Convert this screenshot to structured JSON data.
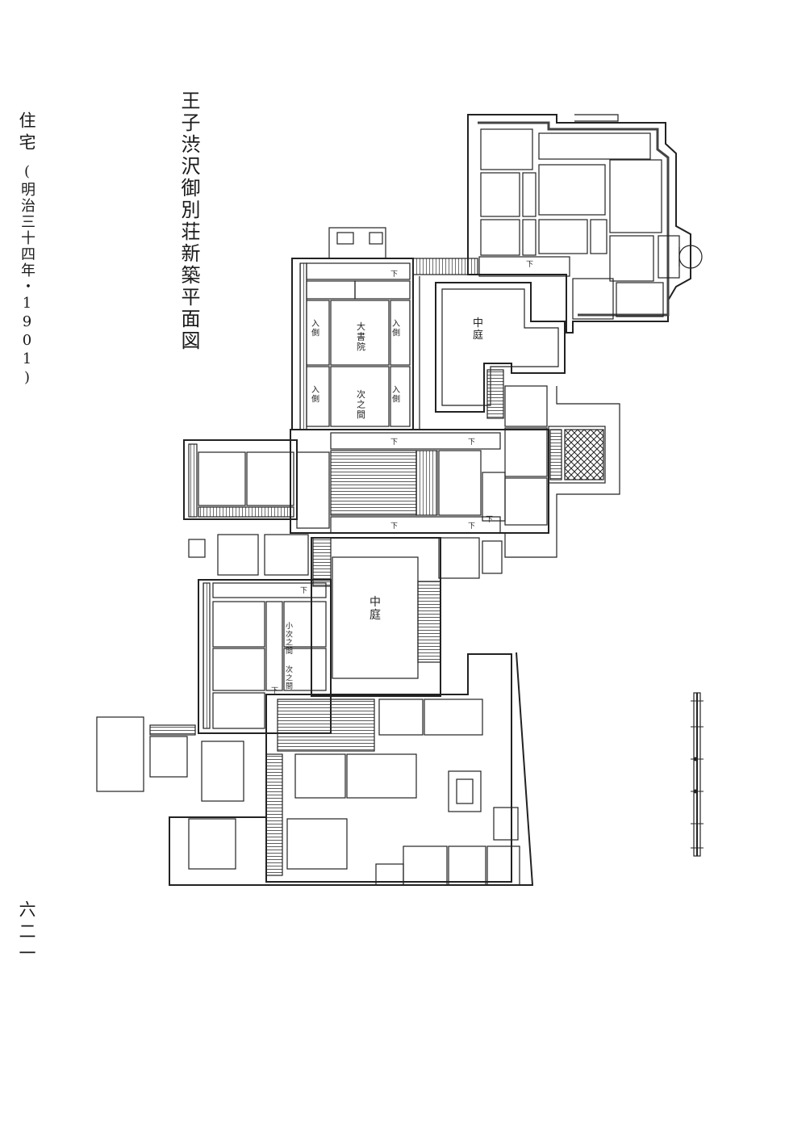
{
  "header": {
    "category": "住宅",
    "date_note": "(明治三十四年・1901)"
  },
  "plan": {
    "title": "王子渋沢御別荘新築平面図",
    "courtyard_upper": "中庭",
    "courtyard_center": "中庭",
    "rooms": {
      "daishoin": "大書院",
      "tsuginoma_1": "次之間",
      "iri_1": "入側",
      "iri_2": "入側",
      "iri_3": "入側",
      "iri_4": "入側",
      "kotsuginoma": "小次之間",
      "tsuginoma_2": "次之間"
    },
    "corridor_char": "下"
  },
  "footer": {
    "page_number": "六二一"
  }
}
